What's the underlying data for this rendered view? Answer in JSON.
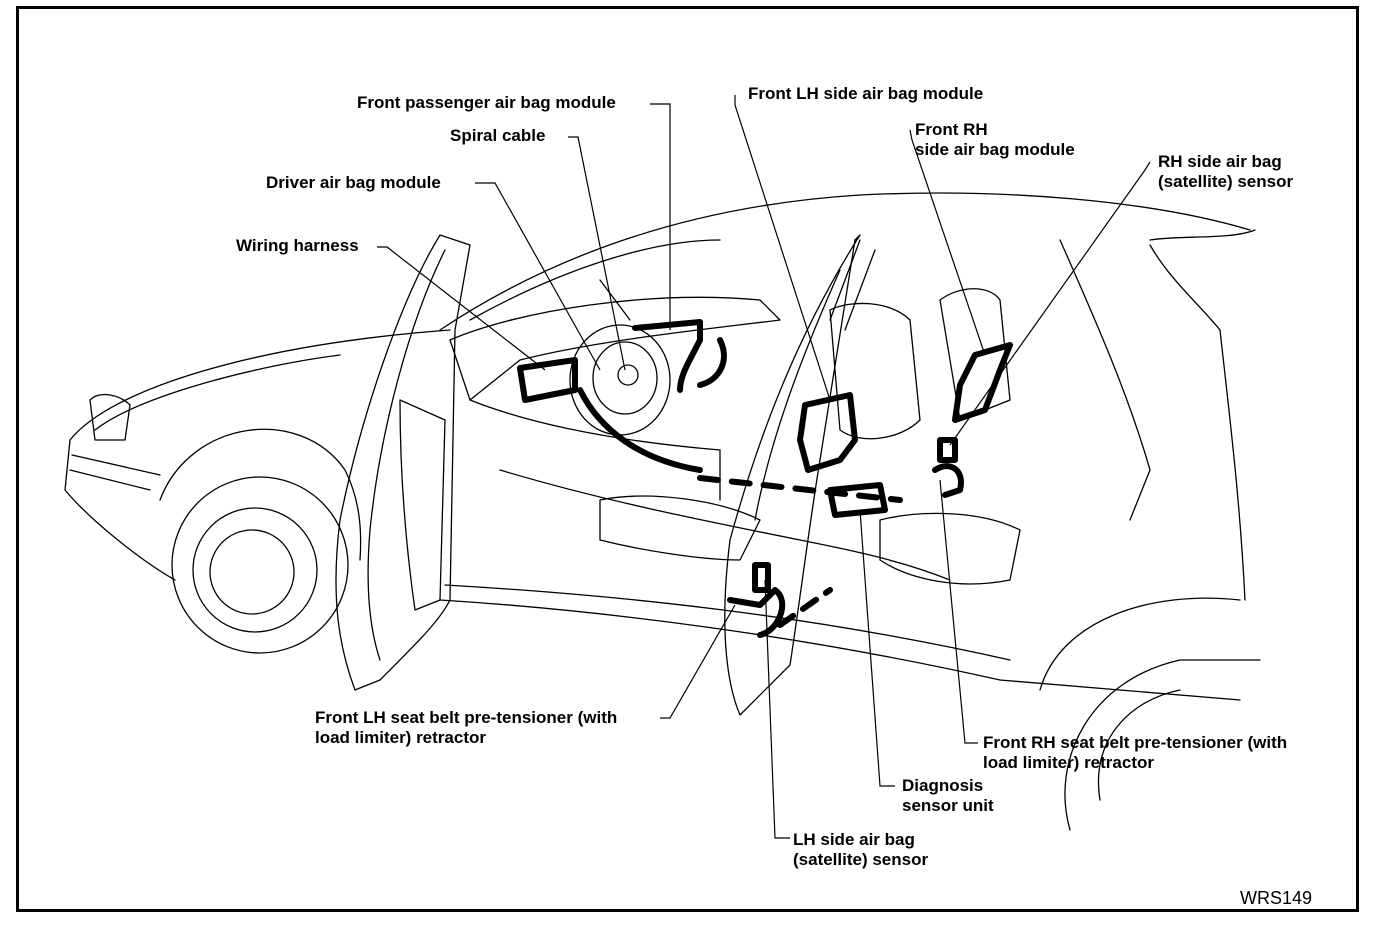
{
  "labels": {
    "front_passenger_air_bag_module": "Front passenger air bag module",
    "spiral_cable": "Spiral cable",
    "driver_air_bag_module": "Driver air bag module",
    "wiring_harness": "Wiring harness",
    "front_lh_side_air_bag_module": "Front LH side air bag module",
    "front_rh_side_air_bag_module": [
      "Front RH",
      "side air bag module"
    ],
    "rh_side_air_bag_sensor": [
      "RH side air bag",
      "(satellite) sensor"
    ],
    "front_lh_seat_belt_pretensioner": [
      "Front LH seat belt pre-tensioner (with",
      "load limiter) retractor"
    ],
    "front_rh_seat_belt_pretensioner": [
      "Front RH seat belt pre-tensioner (with",
      "load limiter) retractor"
    ],
    "diagnosis_sensor_unit": [
      "Diagnosis",
      "sensor unit"
    ],
    "lh_side_air_bag_sensor": [
      "LH side air bag",
      "(satellite) sensor"
    ]
  },
  "figure_code": "WRS149"
}
